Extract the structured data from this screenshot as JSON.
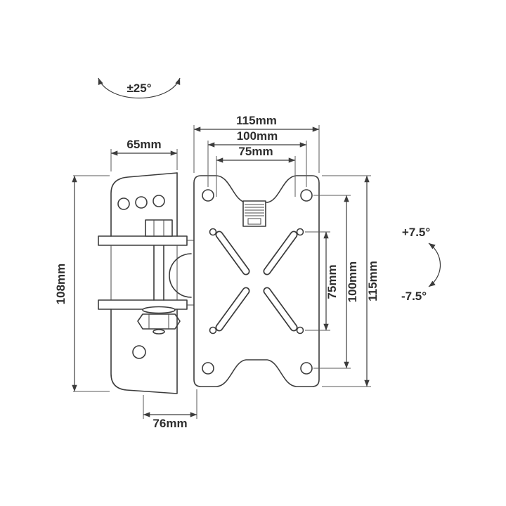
{
  "figure": {
    "labels": {
      "swivel_range": "±25°",
      "tilt_up": "+7.5°",
      "tilt_down": "-7.5°"
    },
    "dimensions": {
      "bracket_width": "65mm",
      "plate_width_outer": "115mm",
      "plate_width_mid": "100mm",
      "plate_width_inner": "75mm",
      "bracket_height": "108mm",
      "plate_height_inner": "75mm",
      "plate_height_mid": "100mm",
      "plate_height_outer": "115mm",
      "arm_depth": "76mm"
    }
  }
}
